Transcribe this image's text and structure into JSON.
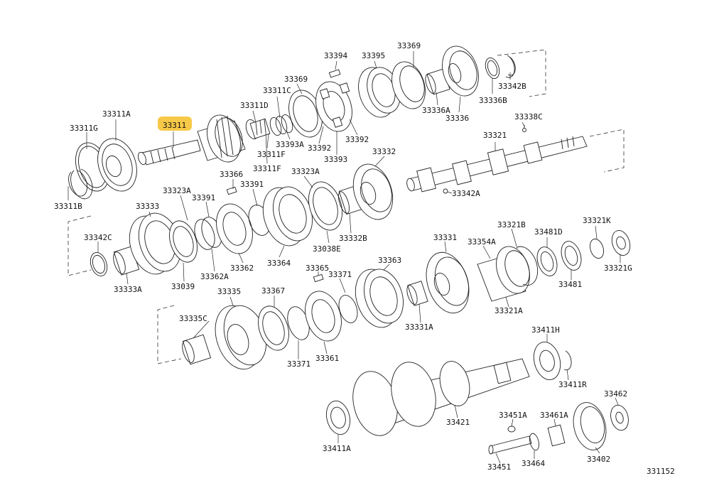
{
  "highlighted_part": "33311",
  "highlight_color": "#f7c948",
  "diagram_code": "331152",
  "parts": {
    "p33311": "33311",
    "p33311A": "33311A",
    "p33311G": "33311G",
    "p33311B": "33311B",
    "p33311D": "33311D",
    "p33311C": "33311C",
    "p33311F_a": "33311F",
    "p33311F_b": "33311F",
    "p33369_a": "33369",
    "p33369_b": "33369",
    "p33394": "33394",
    "p33395": "33395",
    "p33342B": "33342B",
    "p33336B": "33336B",
    "p33336A": "33336A",
    "p33336": "33336",
    "p33393A": "33393A",
    "p33392_a": "33392",
    "p33392_b": "33392",
    "p33393": "33393",
    "p33338C": "33338C",
    "p33321": "33321",
    "p33342A": "33342A",
    "p33366": "33366",
    "p33323A_a": "33323A",
    "p33323A_b": "33323A",
    "p33332": "33332",
    "p33391_a": "33391",
    "p33391_b": "33391",
    "p33333": "33333",
    "p33342C": "33342C",
    "p33333A": "33333A",
    "p33039": "33039",
    "p33362A": "33362A",
    "p33362": "33362",
    "p33364": "33364",
    "p33038E": "33038E",
    "p33332B": "33332B",
    "p33331": "33331",
    "p33321B": "33321B",
    "p33481D": "33481D",
    "p33321K": "33321K",
    "p33354A": "33354A",
    "p33481": "33481",
    "p33321G": "33321G",
    "p33365": "33365",
    "p33371_a": "33371",
    "p33371_b": "33371",
    "p33363": "33363",
    "p33321A": "33321A",
    "p33335": "33335",
    "p33367": "33367",
    "p33335C": "33335C",
    "p33361": "33361",
    "p33331A": "33331A",
    "p33411H": "33411H",
    "p33411R": "33411R",
    "p33462": "33462",
    "p33451A": "33451A",
    "p33461A": "33461A",
    "p33421": "33421",
    "p33411A": "33411A",
    "p33451": "33451",
    "p33464": "33464",
    "p33402": "33402"
  }
}
